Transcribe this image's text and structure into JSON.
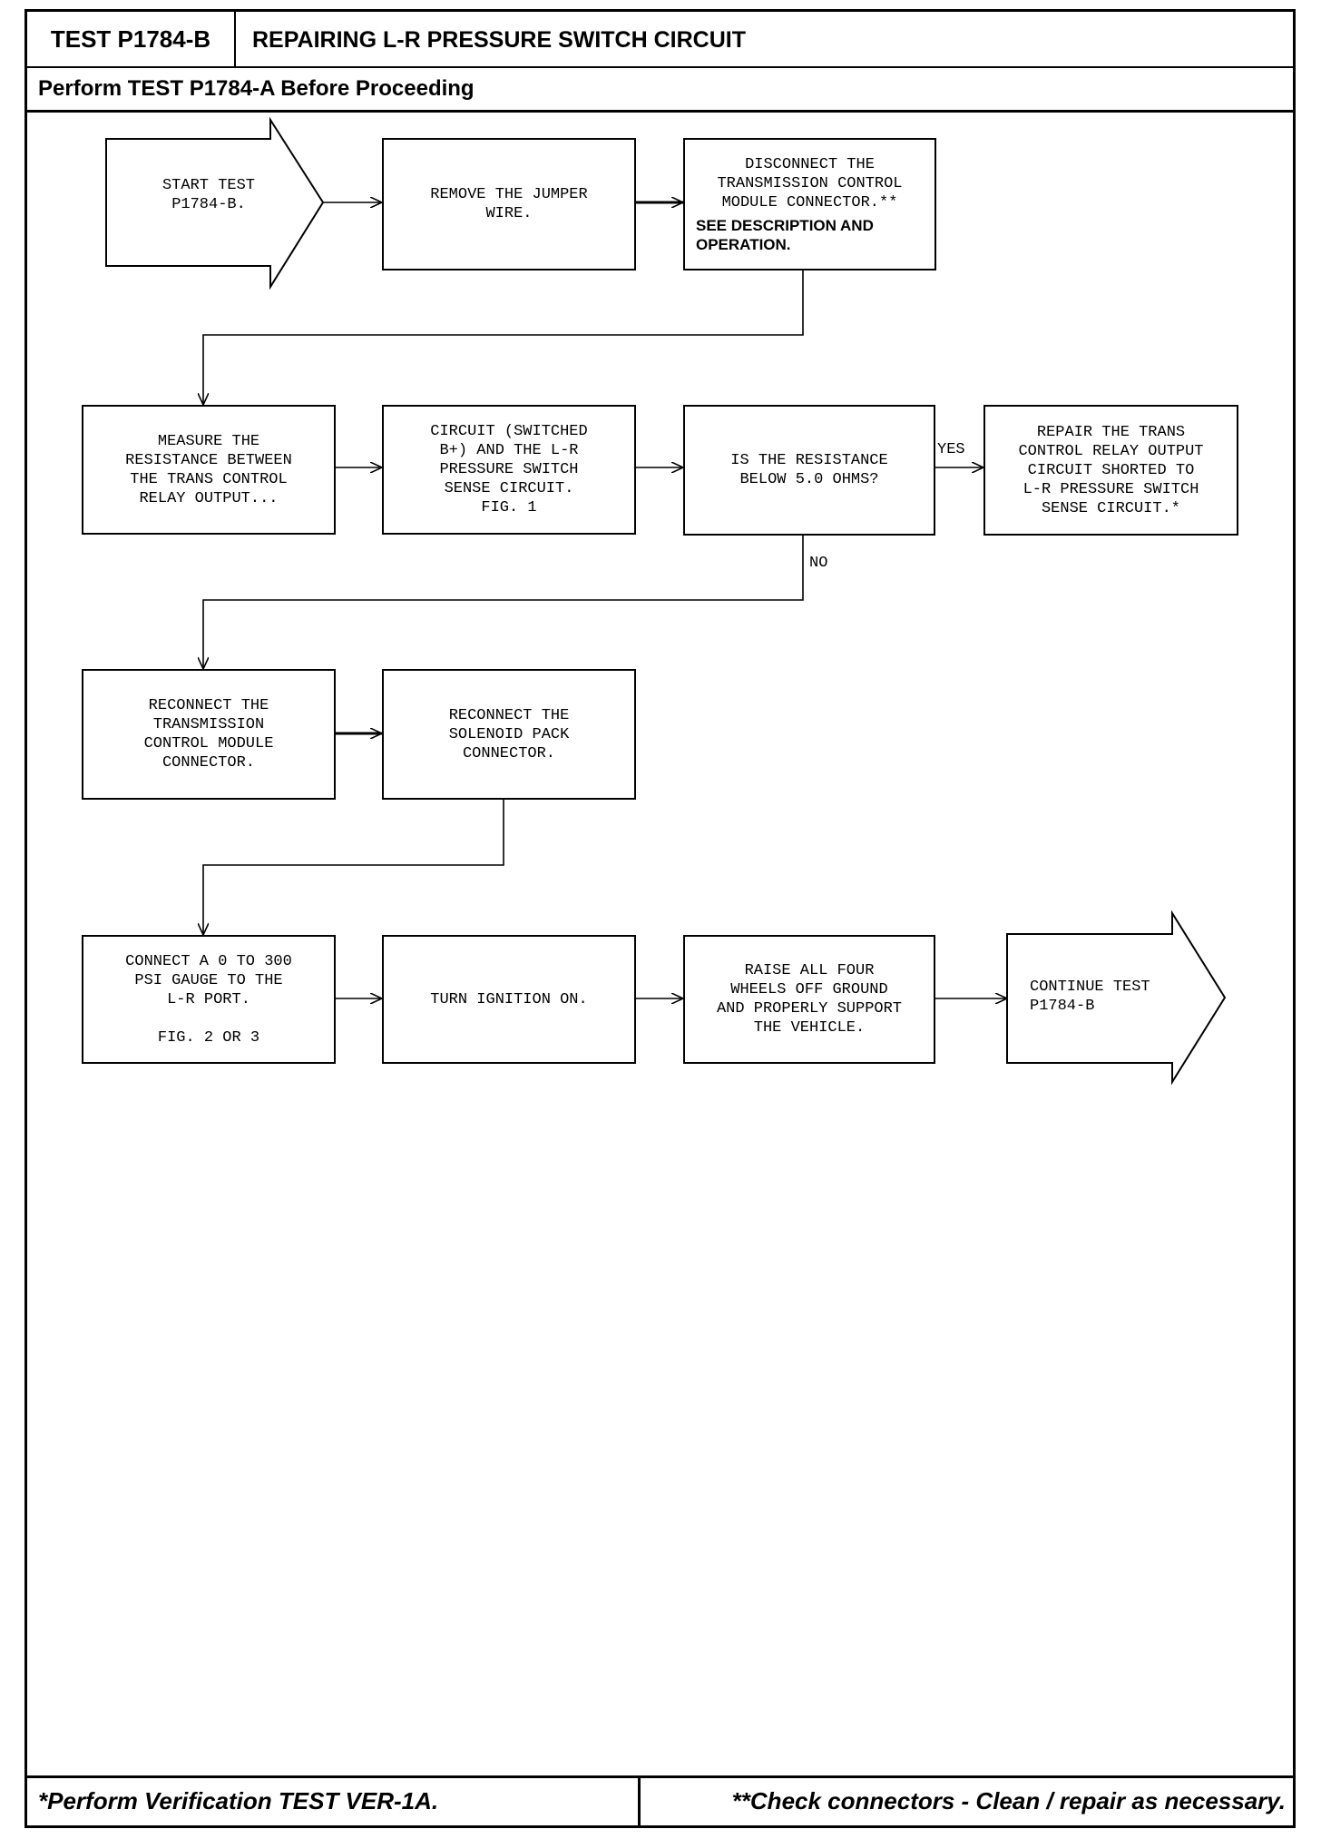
{
  "header": {
    "test_id": "TEST P1784-B",
    "title": "REPAIRING L-R PRESSURE SWITCH CIRCUIT",
    "subtitle": "Perform TEST P1784-A Before Proceeding"
  },
  "steps": {
    "start": "START TEST\nP1784-B.",
    "remove_jumper": "REMOVE THE JUMPER\nWIRE.",
    "disconnect_tcm": "DISCONNECT THE\nTRANSMISSION CONTROL\nMODULE CONNECTOR.**",
    "disconnect_tcm_note": "SEE  DESCRIPTION AND\nOPERATION.",
    "measure": "MEASURE THE\nRESISTANCE BETWEEN\nTHE TRANS CONTROL\nRELAY OUTPUT...",
    "circuit": "CIRCUIT (SWITCHED\nB+) AND THE L-R\nPRESSURE SWITCH\nSENSE CIRCUIT.\nFIG. 1",
    "question": "IS THE RESISTANCE\nBELOW 5.0 OHMS?",
    "repair": "REPAIR THE TRANS\nCONTROL RELAY OUTPUT\nCIRCUIT SHORTED TO\nL-R PRESSURE SWITCH\nSENSE CIRCUIT.*",
    "reconnect_tcm": "RECONNECT THE\nTRANSMISSION\nCONTROL MODULE\nCONNECTOR.",
    "reconnect_solenoid": "RECONNECT THE\nSOLENOID PACK\nCONNECTOR.",
    "connect_gauge": "CONNECT A 0 TO 300\nPSI GAUGE TO THE\nL-R PORT.\n\nFIG. 2 OR 3",
    "ignition": "TURN IGNITION ON.",
    "raise_wheels": "RAISE ALL FOUR\nWHEELS OFF GROUND\nAND PROPERLY SUPPORT\nTHE VEHICLE.",
    "continue": "CONTINUE TEST\nP1784-B"
  },
  "labels": {
    "yes": "YES",
    "no": "NO"
  },
  "footer": {
    "left": "*Perform Verification TEST VER-1A.",
    "right": "**Check connectors - Clean / repair as necessary."
  }
}
